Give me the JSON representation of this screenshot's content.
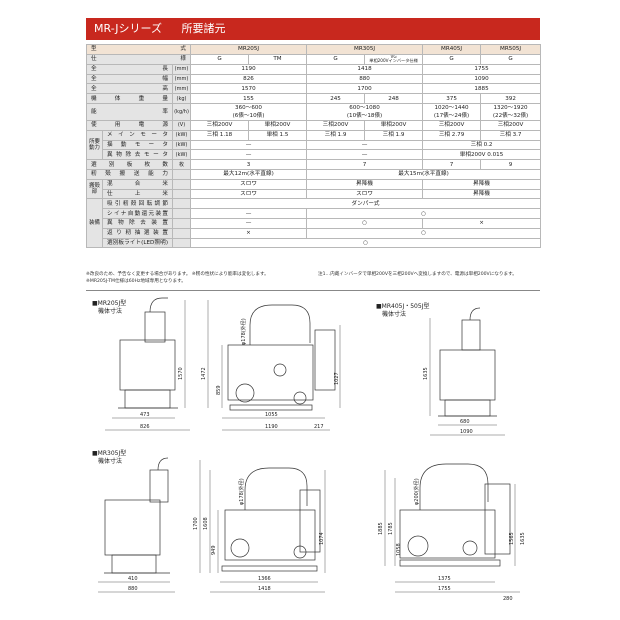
{
  "header": {
    "title": "MR-Jシリーズ",
    "subtitle": "所要諸元"
  },
  "table": {
    "model_label": "型",
    "model_label2": "式",
    "models": [
      "MR205J",
      "MR305J",
      "MR405J",
      "MR505J"
    ],
    "spec_label": "仕",
    "spec_label2": "様",
    "specs": [
      "G",
      "TM",
      "G",
      "VG",
      "G",
      "G"
    ],
    "vg_note": "単相200Vインバータ仕様",
    "rows": [
      {
        "label": "全長",
        "unit": "(mm)",
        "vals": [
          "1190",
          "1418",
          "1755"
        ]
      },
      {
        "label": "全幅",
        "unit": "(mm)",
        "vals": [
          "826",
          "880",
          "1090"
        ]
      },
      {
        "label": "全高",
        "unit": "(mm)",
        "vals": [
          "1570",
          "1700",
          "1885"
        ]
      },
      {
        "label": "機体重量",
        "unit": "(kg)",
        "vals": [
          "155",
          "245",
          "248",
          "375",
          "392"
        ]
      },
      {
        "label": "能率",
        "unit": "(kg/h)",
        "vals": [
          "360〜600",
          "(6俵〜10俵)",
          "600〜1080",
          "(10俵〜18俵)",
          "1020〜1440",
          "(17俵〜24俵)",
          "1320〜1920",
          "(22俵〜32俵)"
        ]
      },
      {
        "label": "使用電源",
        "unit": "(V)",
        "vals": [
          "三相200V",
          "単相200V",
          "三相200V",
          "単相200V",
          "三相200V",
          "三相200V"
        ]
      },
      {
        "group": "所要動力",
        "label": "メインモータ",
        "unit": "(kW)",
        "vals": [
          "三相 1.18",
          "単相 1.5",
          "三相 1.9",
          "三相 1.9",
          "三相 2.79",
          "三相 3.7"
        ]
      },
      {
        "label": "揺動モータ",
        "unit": "(kW)",
        "vals": [
          "—",
          "—",
          "三相 0.2"
        ]
      },
      {
        "label": "異物除去モータ",
        "unit": "(kW)",
        "vals": [
          "—",
          "—",
          "単相200V 0.015"
        ]
      },
      {
        "label": "選別板枚数",
        "unit": "枚",
        "vals": [
          "3",
          "7",
          "7",
          "9"
        ]
      },
      {
        "label": "籾殻搬送能力",
        "unit": "",
        "vals": [
          "最大12m(水平直線)",
          "最大15m(水平直線)"
        ]
      },
      {
        "group": "搬殻部",
        "label": "混合米",
        "unit": "",
        "vals": [
          "スロワ",
          "昇降機",
          "昇降機"
        ]
      },
      {
        "label": "仕上米",
        "unit": "",
        "vals": [
          "スロワ",
          "スロワ",
          "昇降機"
        ]
      },
      {
        "group": "装備",
        "label": "吸引籾殻回転調節",
        "unit": "",
        "vals": [
          "ダンパー式"
        ]
      },
      {
        "label": "シイナ自動還元装置",
        "unit": "",
        "vals": [
          "—",
          "○"
        ]
      },
      {
        "label": "異物除去装置",
        "unit": "",
        "vals": [
          "—",
          "○",
          "×"
        ]
      },
      {
        "label": "返り籾抽選装置",
        "unit": "",
        "vals": [
          "×",
          "○"
        ]
      },
      {
        "label": "選別板ライト(LED照明)",
        "unit": "",
        "vals": [
          "○"
        ]
      }
    ]
  },
  "notes": {
    "note1": "※改良のため、予告なく変更する場合があります。 ※籾の性状により能率は変化します。",
    "note2": "注1…内蔵インバータで単相200Vを三相200Vへ変換しますので、電源は単相200Vになります。",
    "note3": "※MR205J-TM仕様は60Hz地域専用となります。"
  },
  "diagrams": {
    "d1": {
      "title": "■MR205J型",
      "sub": "機体寸法",
      "dims": [
        "1570",
        "1472",
        "859",
        "φ178(外径)",
        "1027",
        "473",
        "826",
        "1055",
        "1190",
        "217"
      ]
    },
    "d2": {
      "title": "■MR405J・505J型",
      "sub": "機体寸法",
      "dims": [
        "1635",
        "680",
        "1090"
      ]
    },
    "d3": {
      "title": "■MR305J型",
      "sub": "機体寸法",
      "dims": [
        "1700",
        "1608",
        "949",
        "φ178(外径)",
        "1074",
        "410",
        "880",
        "1366",
        "1418"
      ]
    },
    "d4": {
      "dims": [
        "1885",
        "1785",
        "1058",
        "φ200(外径)",
        "1565",
        "1635",
        "1375",
        "1755",
        "280"
      ]
    }
  }
}
